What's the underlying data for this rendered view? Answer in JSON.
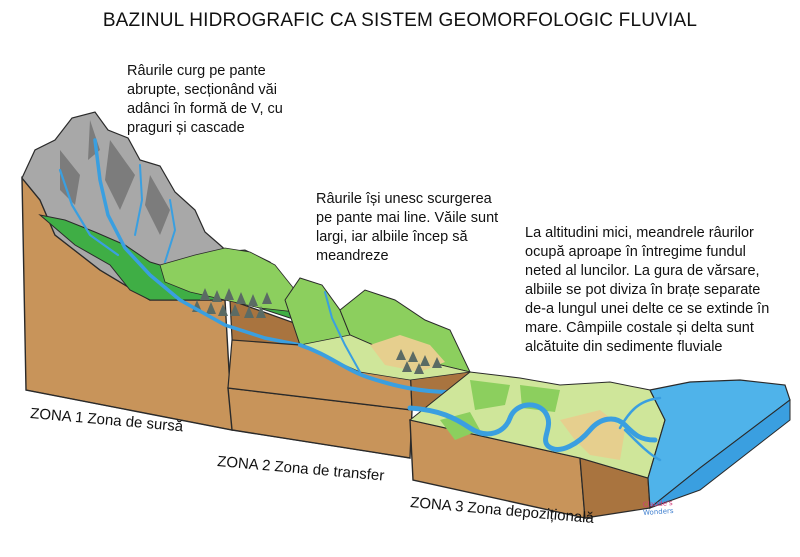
{
  "title": "BAZINUL HIDROGRAFIC CA SISTEM GEOMORFOLOGIC FLUVIAL",
  "annotations": {
    "zone1_text": [
      "Râurile curg pe pante",
      "abrupte, secționând văi",
      "adânci în formă de V, cu",
      "praguri și cascade"
    ],
    "zone2_text": [
      "Râurile își unesc scurgerea",
      "pe pante mai line. Văile sunt",
      "largi, iar albiile încep să",
      "meandreze"
    ],
    "zone3_text": [
      "La altitudini mici, meandrele râurilor",
      "ocupă aproape în întregime fundul",
      "neted al luncilor. La gura de vărsare,",
      "albiile se pot diviza în brațe separate",
      "de-a lungul unei delte ce se extinde în",
      "mare. Câmpiile costale și delta sunt",
      "alcătuite din sedimente fluviale"
    ]
  },
  "zones": {
    "zone1": "ZONA 1  Zona de sursă",
    "zone2": "ZONA 2  Zona de transfer",
    "zone3": "ZONA 3 Zona depozițională"
  },
  "logo": {
    "line1": "Claude's",
    "line2": "Wonders"
  },
  "colors": {
    "soil": "#c8945a",
    "soil_dark": "#a9743f",
    "rock": "#a8a8a8",
    "grass": "#8ccf5e",
    "forest": "#3fae45",
    "plain": "#cfe69a",
    "sediment": "#e6cf8e",
    "river": "#3a9fe0",
    "sea": "#4fb3ea",
    "trees": "#5b6b64"
  }
}
